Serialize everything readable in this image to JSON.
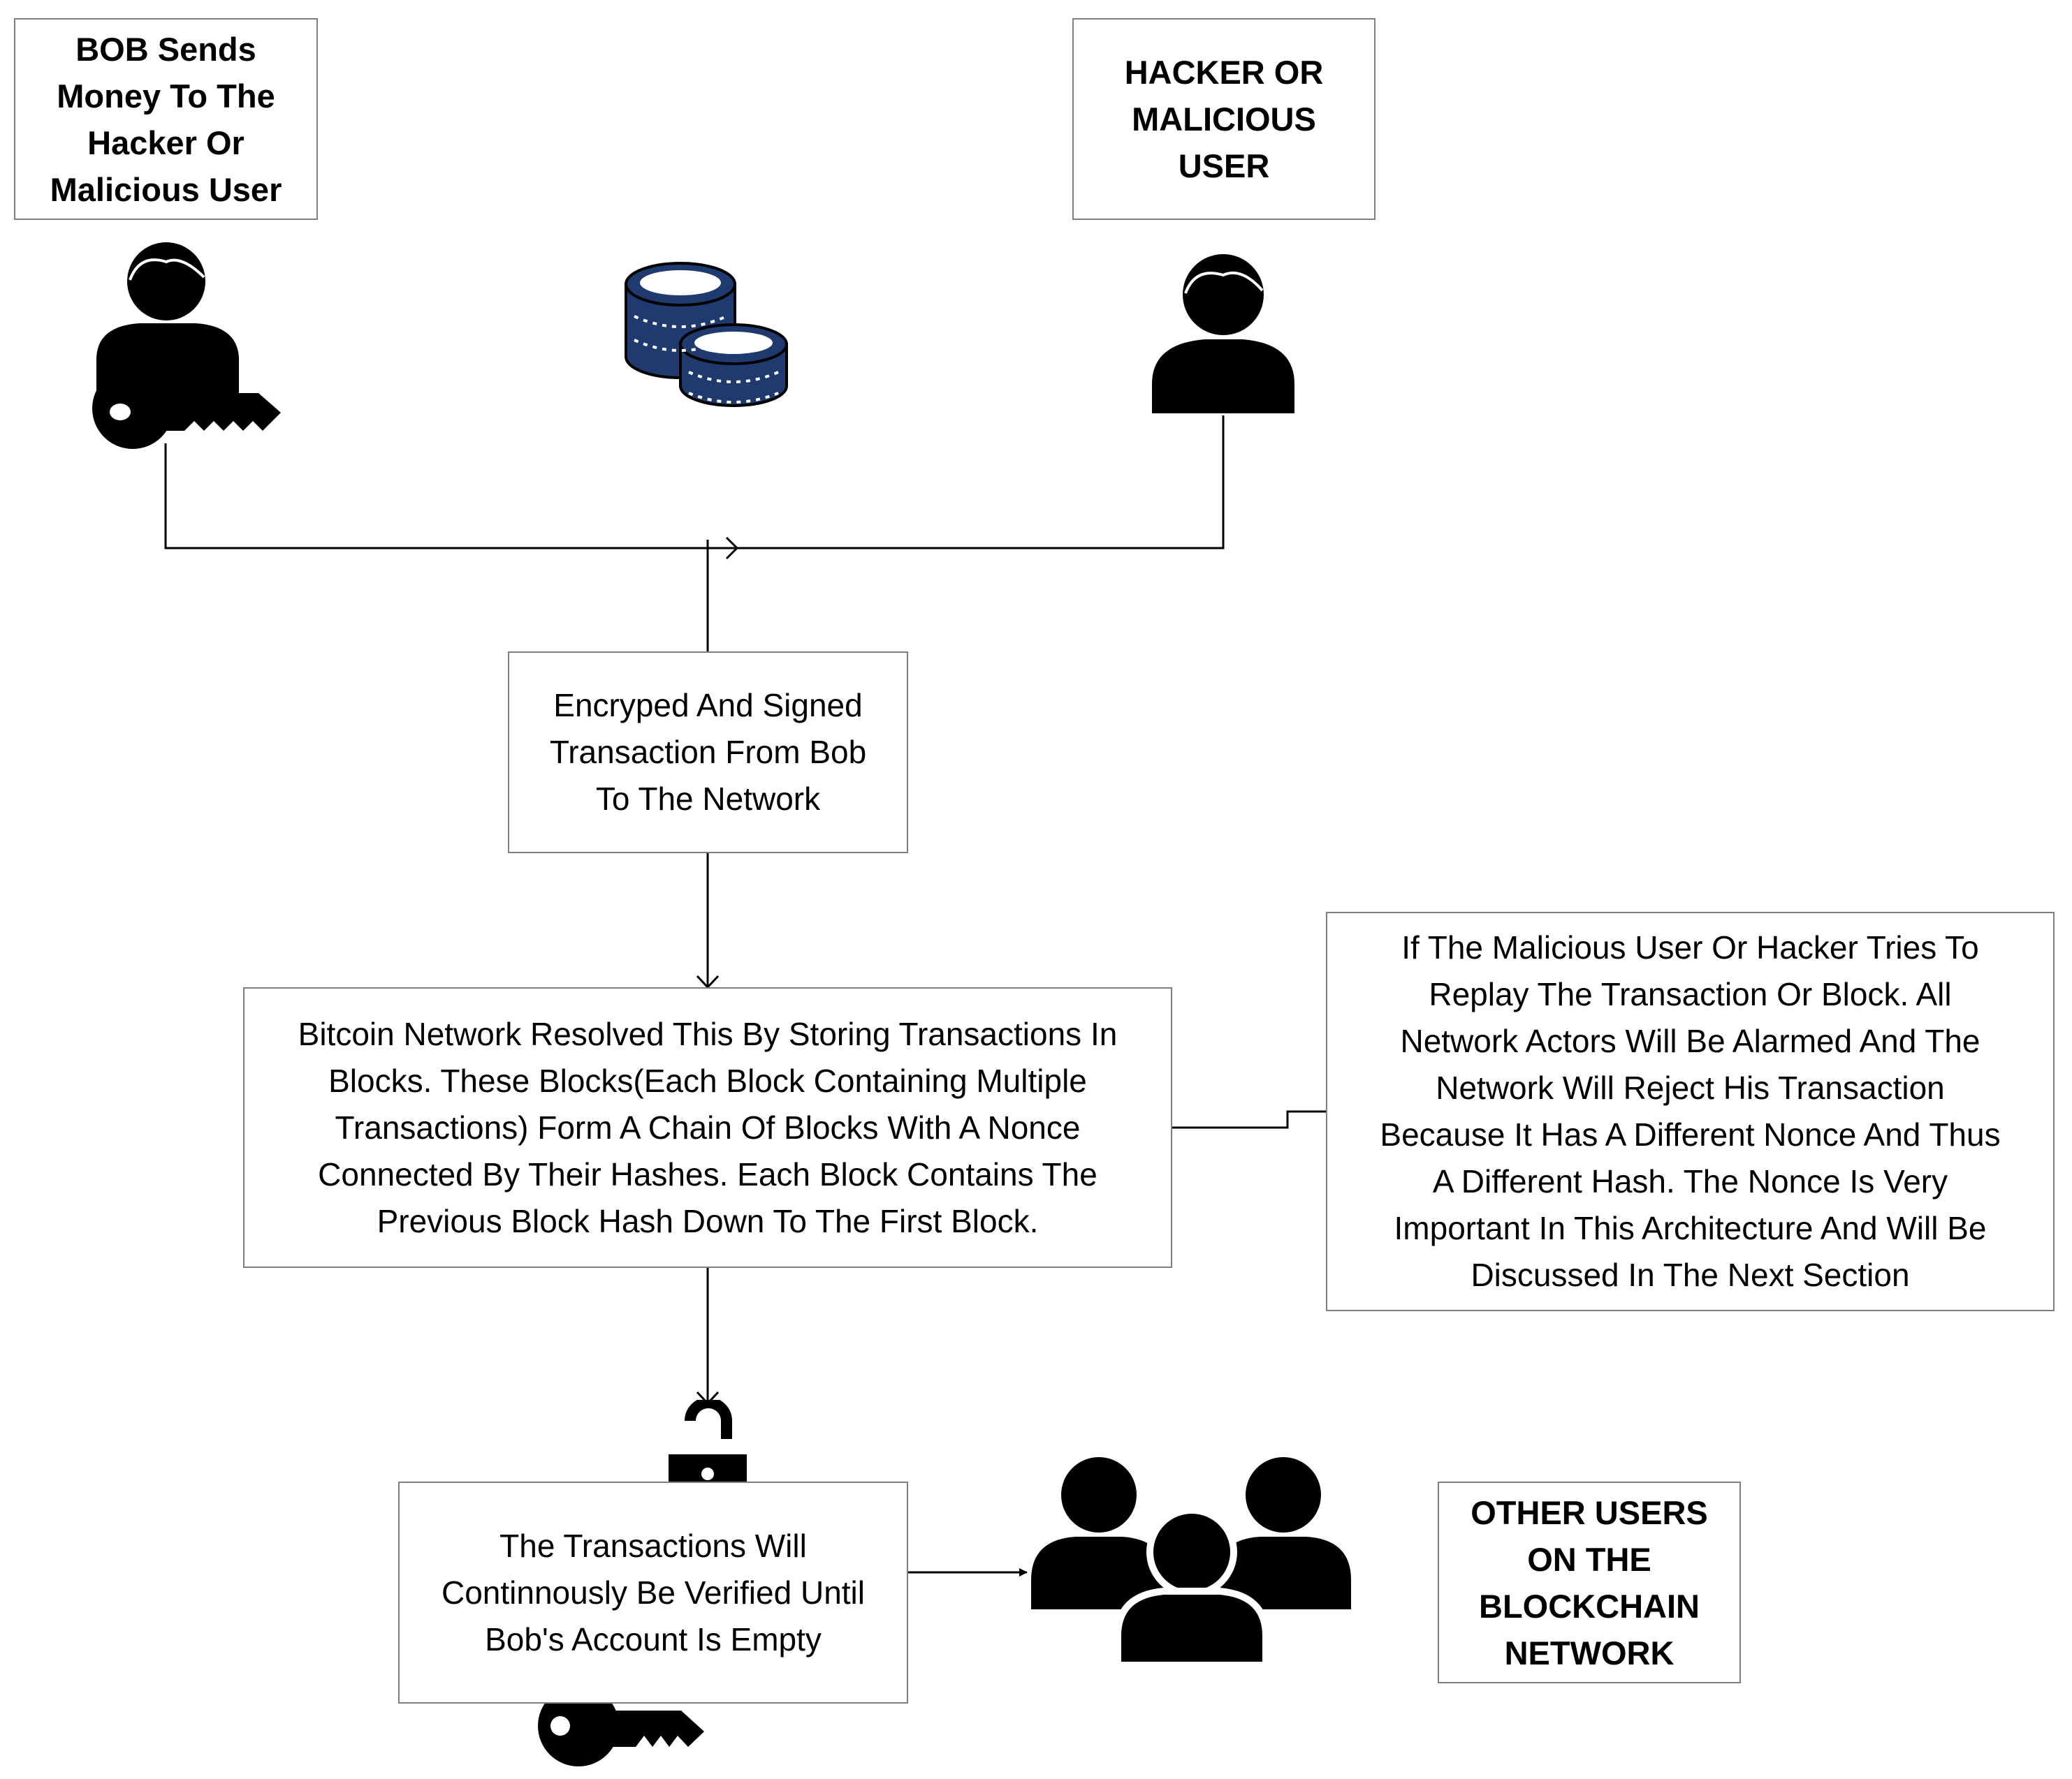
{
  "nodes": {
    "bob_label": "BOB Sends\nMoney To The\nHacker Or\nMalicious User",
    "hacker_label": "HACKER OR\nMALICIOUS\nUSER",
    "encrypted_tx": "Encryped And Signed\nTransaction From Bob\nTo The Network",
    "bitcoin_network": "Bitcoin Network Resolved This By Storing Transactions In\nBlocks. These Blocks(Each Block Containing Multiple\nTransactions) Form A Chain Of Blocks With A Nonce\nConnected By Their Hashes. Each Block Contains The\nPrevious Block Hash Down To The First Block.",
    "replay_note": "If The Malicious User Or Hacker Tries To\nReplay The Transaction Or Block. All\nNetwork Actors Will Be Alarmed And The\nNetwork Will Reject His Transaction\nBecause It Has A Different Nonce And Thus\nA Different Hash. The Nonce Is Very\nImportant In This Architecture And Will Be\nDiscussed In The Next Section",
    "verification": "The Transactions Will\nContinnously Be Verified Until\nBob's Account Is Empty",
    "other_users": "OTHER USERS\nON THE\nBLOCKCHAIN\nNETWORK"
  },
  "icons": {
    "bob": "user-with-key-icon",
    "coins": "coins-stack-icon",
    "hacker": "user-icon",
    "lock": "unlocked-padlock-icon",
    "key": "key-icon",
    "group": "user-group-icon"
  },
  "colors": {
    "coins": "#1f3a6e",
    "border": "#7f7f7f",
    "ink": "#000000"
  }
}
